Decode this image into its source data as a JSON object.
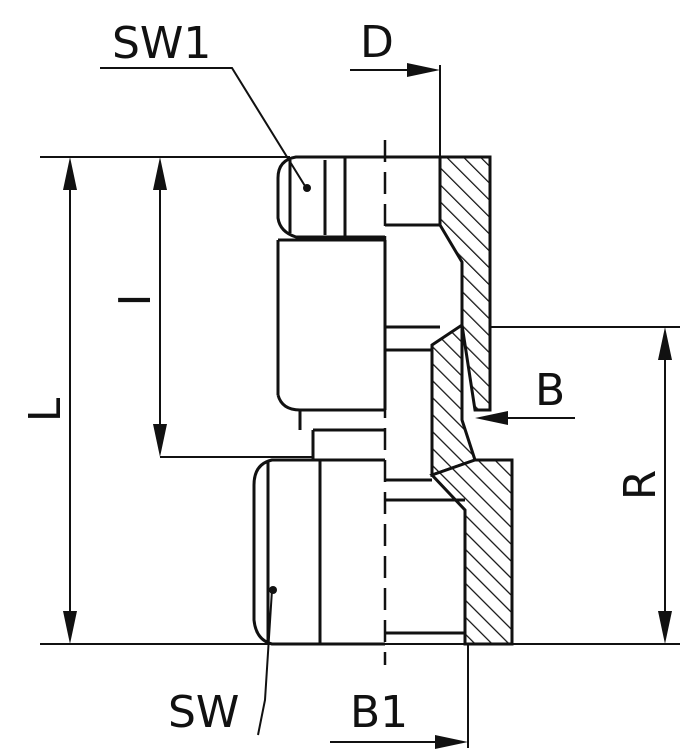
{
  "labels": {
    "sw1": "SW1",
    "d": "D",
    "l": "L",
    "i": "I",
    "b": "B",
    "r": "R",
    "sw": "SW",
    "b1": "B1"
  },
  "colors": {
    "ink": "#111111",
    "paper": "#ffffff"
  }
}
